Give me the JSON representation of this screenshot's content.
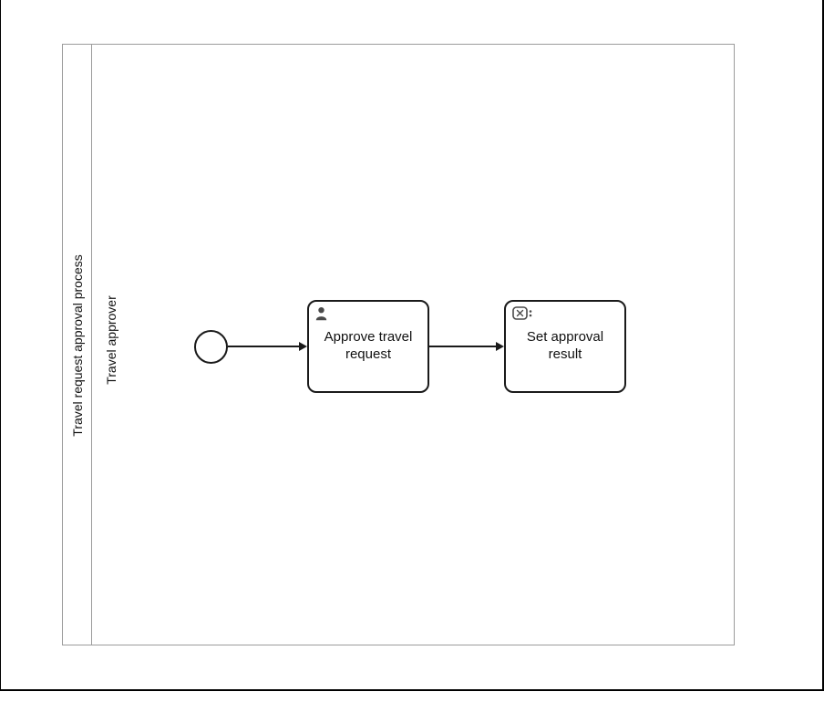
{
  "pool": {
    "label": "Travel request approval process"
  },
  "lane": {
    "label": "Travel approver"
  },
  "elements": {
    "start_event": {
      "icon": "start-event-circle"
    },
    "task_approve": {
      "label": "Approve travel request",
      "icon": "user-icon"
    },
    "task_set_result": {
      "label": "Set approval result",
      "icon": "expression-icon"
    }
  },
  "colors": {
    "shape_stroke": "#1a1a1a",
    "pool_stroke": "#9b9b9b",
    "icon_fill": "#4a4a4a",
    "frame": "#000000",
    "background": "#ffffff"
  }
}
